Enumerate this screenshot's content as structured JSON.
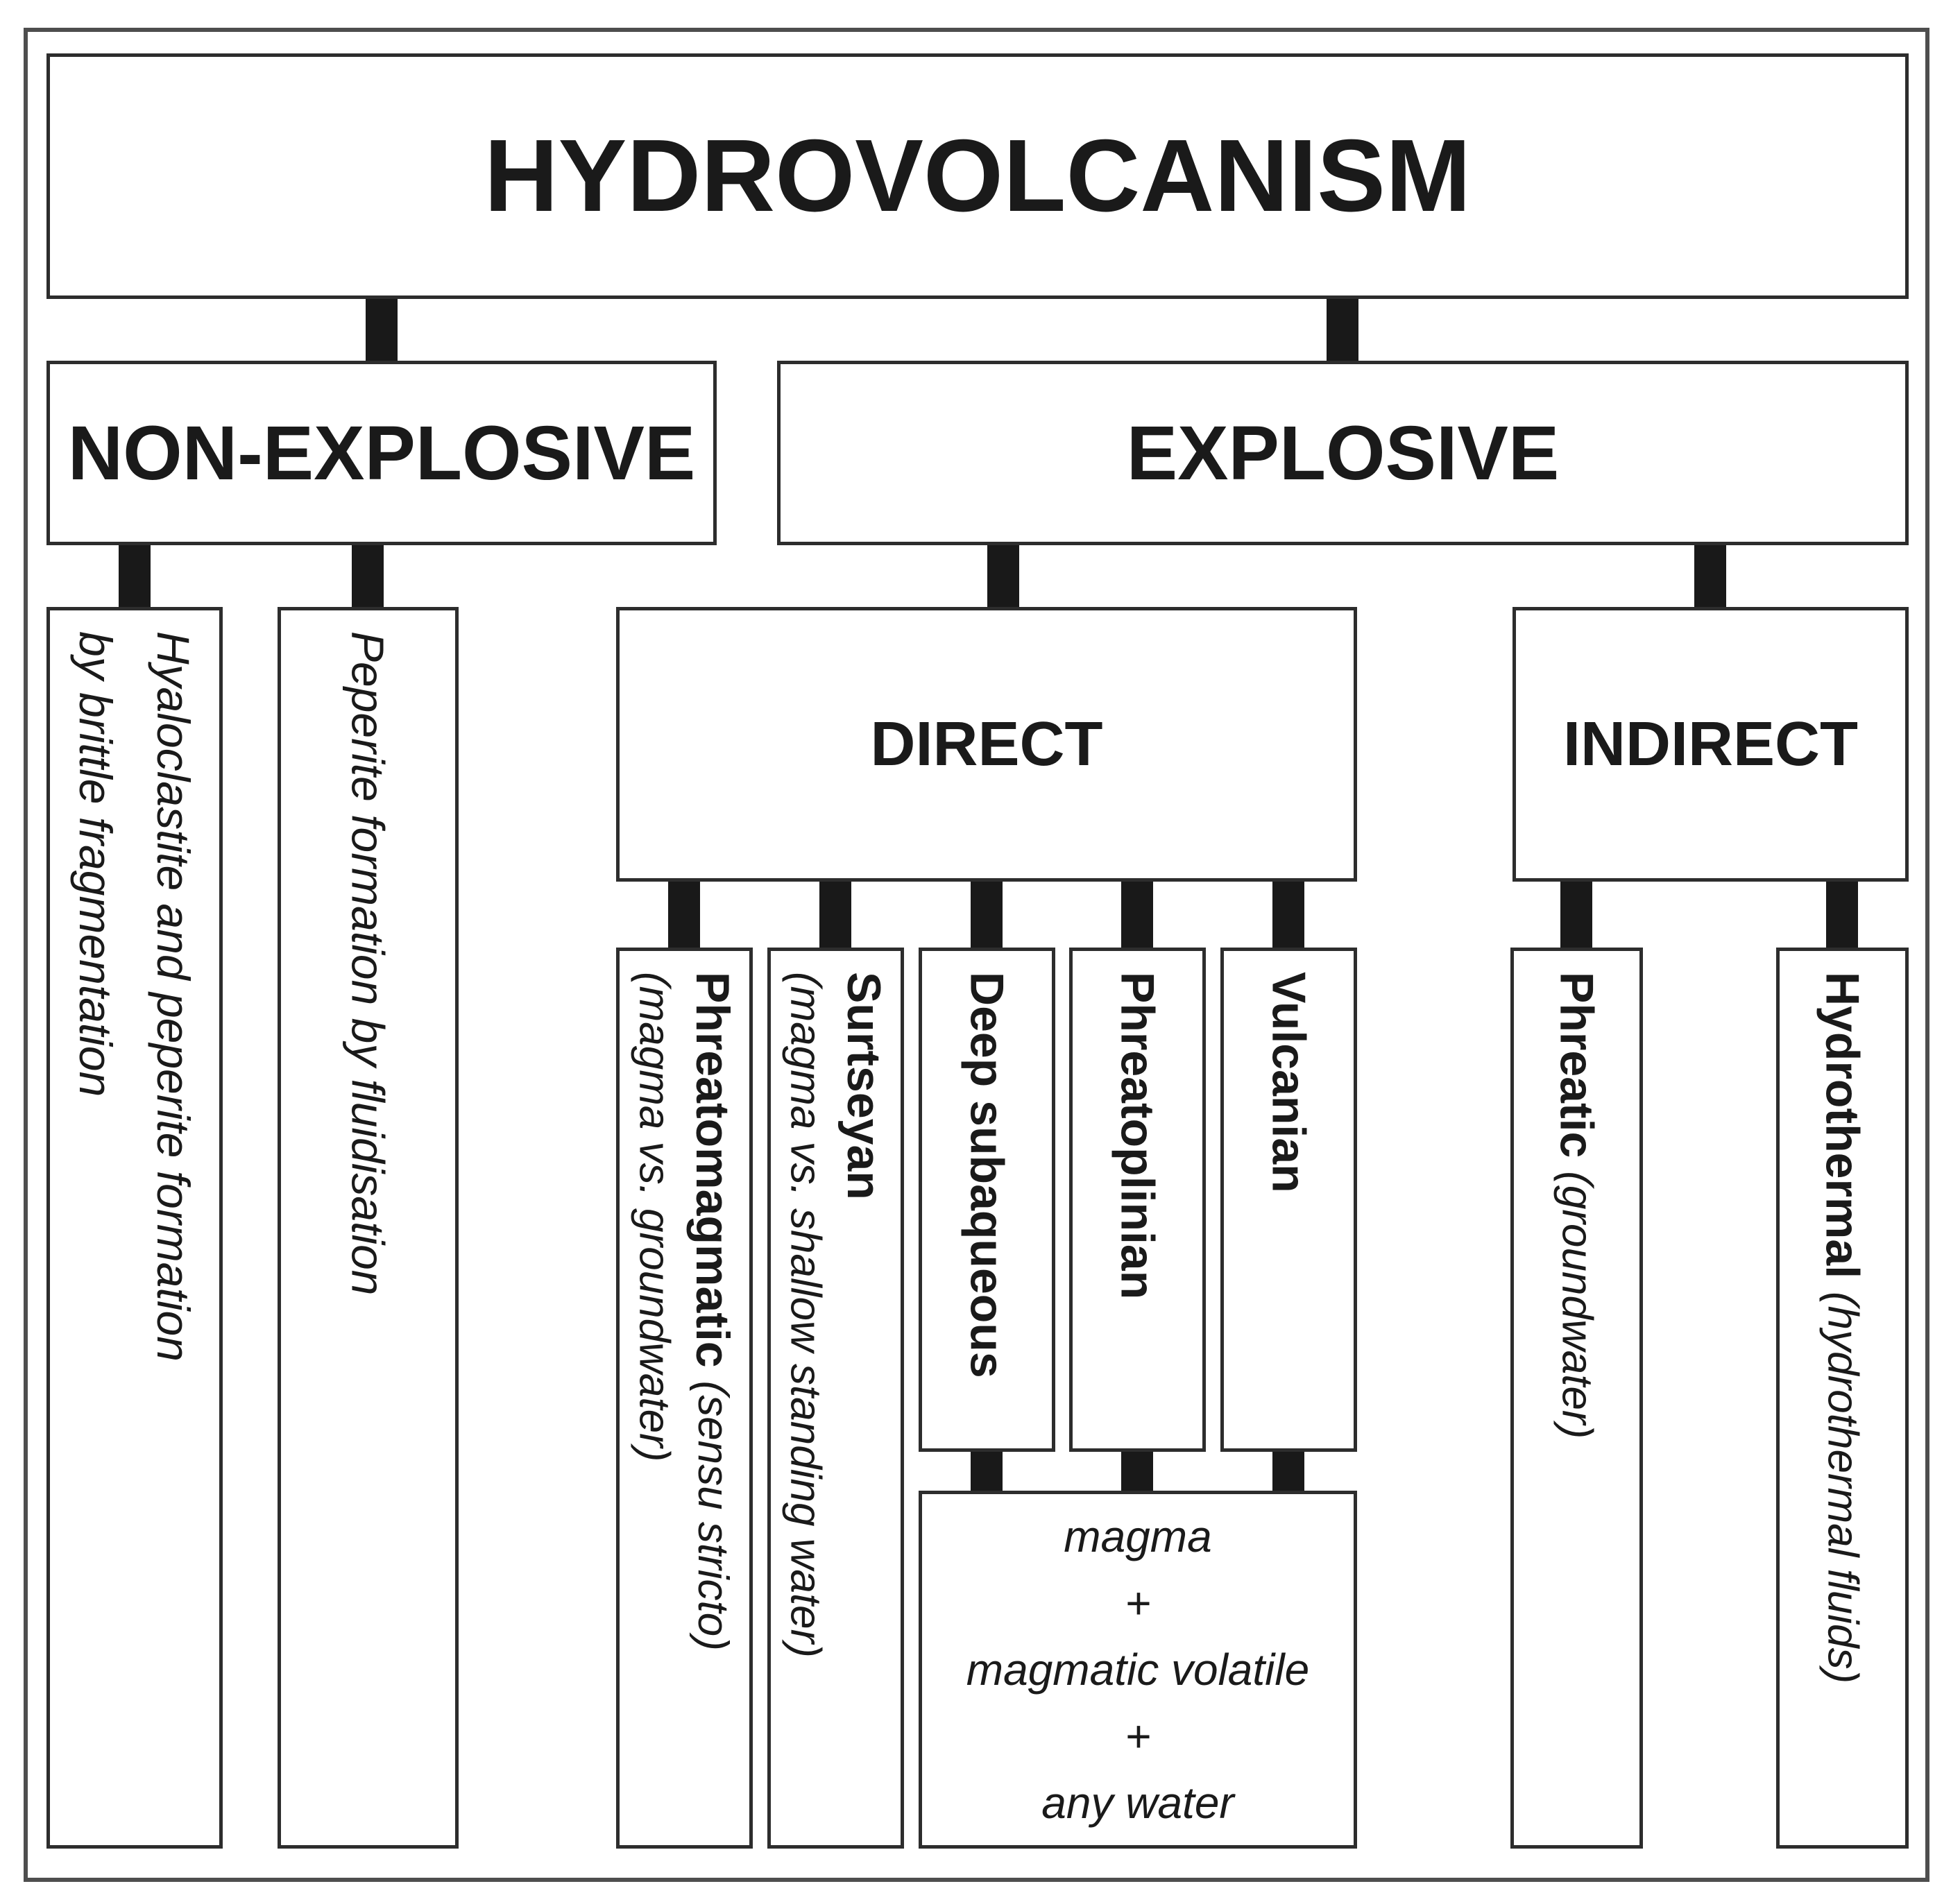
{
  "diagram": {
    "title": "HYDROVOLCANISM",
    "non_explosive": {
      "label": "NON-EXPLOSIVE",
      "children": [
        {
          "line1": "Hyaloclastite and peperite formation",
          "line2": "by brittle fragmentation"
        },
        {
          "line1": "Peperite formation by fluidisation"
        }
      ]
    },
    "explosive": {
      "label": "EXPLOSIVE",
      "direct": {
        "label": "DIRECT",
        "children": [
          {
            "name": "Phreatomagmatic",
            "qualifier": "(sensu stricto)",
            "detail": "(magma vs. groundwater)"
          },
          {
            "name": "Surtseyan",
            "detail": "(magma vs. shallow standing water)"
          },
          {
            "name": "Deep subaqueous"
          },
          {
            "name": "Phreatoplinian"
          },
          {
            "name": "Vulcanian"
          }
        ],
        "shared_ingredients": [
          "magma",
          "+",
          "magmatic volatile",
          "+",
          "any water"
        ]
      },
      "indirect": {
        "label": "INDIRECT",
        "children": [
          {
            "name": "Phreatic",
            "detail": "(groundwater)"
          },
          {
            "name": "Hydrothermal",
            "detail": "(hydrothermal fluids)"
          }
        ]
      }
    },
    "colors": {
      "text": "#1a1a1a",
      "box_border": "#2d2d2d",
      "connector": "#191919",
      "frame": "#4e4e4e",
      "background": "#ffffff"
    }
  }
}
